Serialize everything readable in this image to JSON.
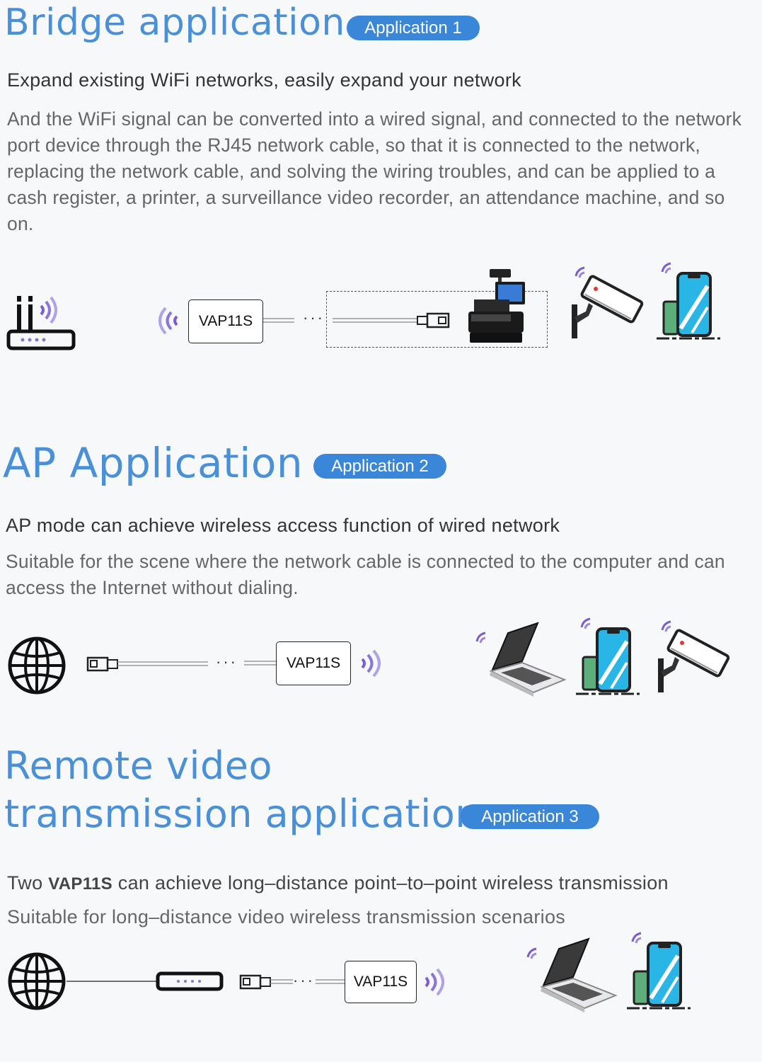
{
  "section1": {
    "title": "Bridge application",
    "badge": "Application 1",
    "subtitle": "Expand existing WiFi networks,  easily expand your network",
    "paragraph": "And the WiFi signal can be converted into a wired signal, and connected to the network port device through the RJ45 network cable, so that it is connected to the network, replacing the network cable, and solving the wiring troubles, and can be applied to a cash register, a printer, a surveillance video recorder, an attendance machine, and so on.",
    "device_label": "VAP11S",
    "dots": "···"
  },
  "section2": {
    "title": "AP Application",
    "badge": "Application 2",
    "subtitle": "AP mode can achieve wireless access function of wired network",
    "paragraph": "Suitable for the scene where the network cable is connected to the computer and can access the Internet without dialing.",
    "device_label": "VAP11S",
    "dots": "···"
  },
  "section3": {
    "title_line1": "Remote video",
    "title_line2": "transmission application",
    "badge": "Application 3",
    "subtitle_pre": "Two ",
    "subtitle_bold": "VAP11S",
    "subtitle_post": " can achieve long–distance point–to–point wireless transmission",
    "subtitle2": "Suitable for long–distance video wireless transmission scenarios",
    "device_label": "VAP11S",
    "dots": "···"
  },
  "icons": [
    "router-icon",
    "wifi-signal-icon",
    "cash-register-icon",
    "camera-icon",
    "phone-icon",
    "globe-icon",
    "ethernet-plug-icon",
    "laptop-icon",
    "switch-icon"
  ],
  "colors": {
    "accent": "#4a90d9",
    "badge": "#3a86d8",
    "wifi": "#7b5cd6",
    "phone": "#29b6e6"
  }
}
